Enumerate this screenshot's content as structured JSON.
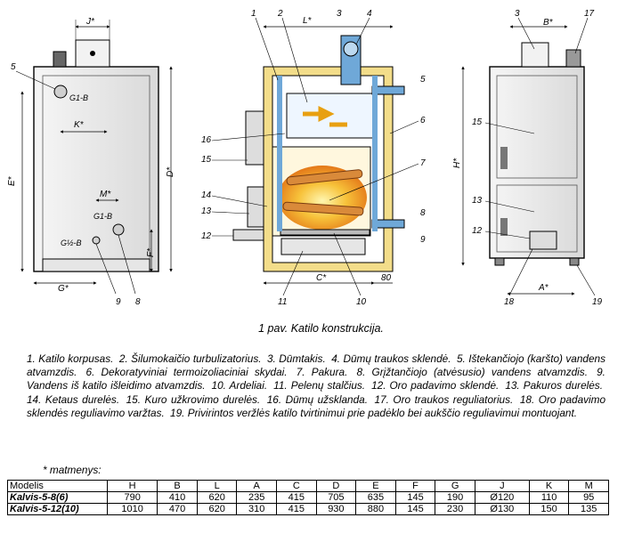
{
  "figure": {
    "caption": "1 pav.  Katilo konstrukcija.",
    "labels": {
      "n1": "1",
      "n2": "2",
      "n3": "3",
      "n4": "4",
      "n5": "5",
      "n6": "6",
      "n7": "7",
      "n8": "8",
      "n9": "9",
      "n10": "10",
      "n11": "11",
      "n12": "12",
      "n13": "13",
      "n14": "14",
      "n15": "15",
      "n16": "16",
      "n17": "17",
      "n18": "18",
      "n19": "19",
      "J": "J*",
      "K": "K*",
      "M": "M*",
      "E": "E*",
      "D": "D*",
      "F": "F*",
      "G": "G*",
      "L": "L*",
      "C": "C*",
      "B": "B*",
      "H": "H*",
      "A": "A*",
      "c80": "80",
      "g1b_top": "G1-B",
      "g1b_bottom": "G1-B",
      "g12b": "G½-B"
    }
  },
  "legend": [
    "1. Katilo korpusas.",
    "2. Šilumokaičio turbulizatorius.",
    "3. Dūmtakis.",
    "4. Dūmų traukos sklendė.",
    "5. Ištekančiojo (karšto) vandens atvamzdis.",
    "6. Dekoratyviniai termoizoliaciniai skydai.",
    "7. Pakura.",
    "8. Grįžtančiojo (atvėsusio) vandens atvamzdis.",
    "9. Vandens iš katilo išleidimo atvamzdis.",
    "10. Ardeliai.",
    "11. Pelenų stalčius.",
    "12. Oro padavimo sklendė.",
    "13. Pakuros durelės.",
    "14. Ketaus durelės.",
    "15. Kuro užkrovimo durelės.",
    "16. Dūmų užsklanda.",
    "17. Oro traukos reguliatorius.",
    "18. Oro padavimo sklendės reguliavimo varžtas.",
    "19. Privirintos veržlės katilo tvirtinimui prie padėklo bei aukščio reguliavimui montuojant."
  ],
  "dims_note": "* matmenys:",
  "table": {
    "headers": [
      "Modelis",
      "H",
      "B",
      "L",
      "A",
      "C",
      "D",
      "E",
      "F",
      "G",
      "J",
      "K",
      "M"
    ],
    "rows": [
      [
        "Kalvis-5-8(6)",
        "790",
        "410",
        "620",
        "235",
        "415",
        "705",
        "635",
        "145",
        "190",
        "Ø120",
        "110",
        "95"
      ],
      [
        "Kalvis-5-12(10)",
        "1010",
        "470",
        "620",
        "310",
        "415",
        "930",
        "880",
        "145",
        "230",
        "Ø130",
        "150",
        "135"
      ]
    ]
  },
  "colors": {
    "insulation": "#f3dd8a",
    "pipe": "#6fa8d8",
    "body": "#e8e8e8",
    "fire": "#f3a12a",
    "wood": "#d98a3a"
  }
}
